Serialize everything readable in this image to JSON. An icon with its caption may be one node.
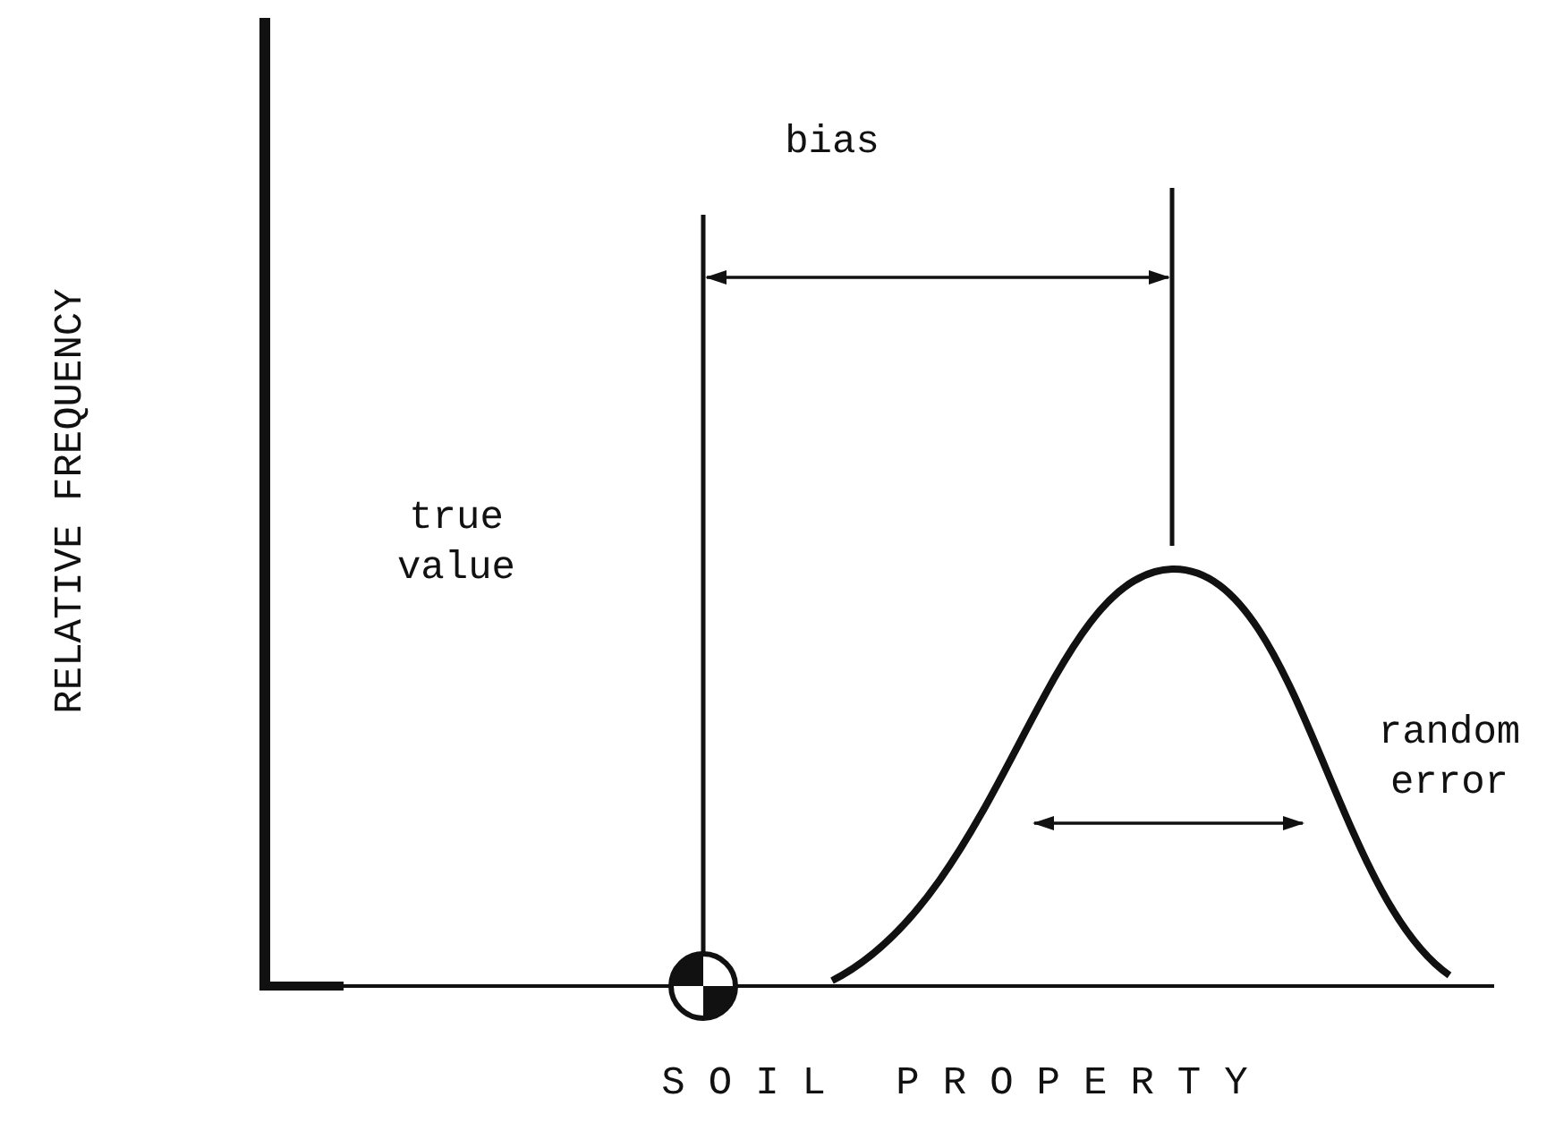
{
  "diagram": {
    "labels": [
      "bias",
      "true value",
      "random error",
      "RELATIVE FREQUENCY",
      "SOIL PROPERTY"
    ]
  }
}
